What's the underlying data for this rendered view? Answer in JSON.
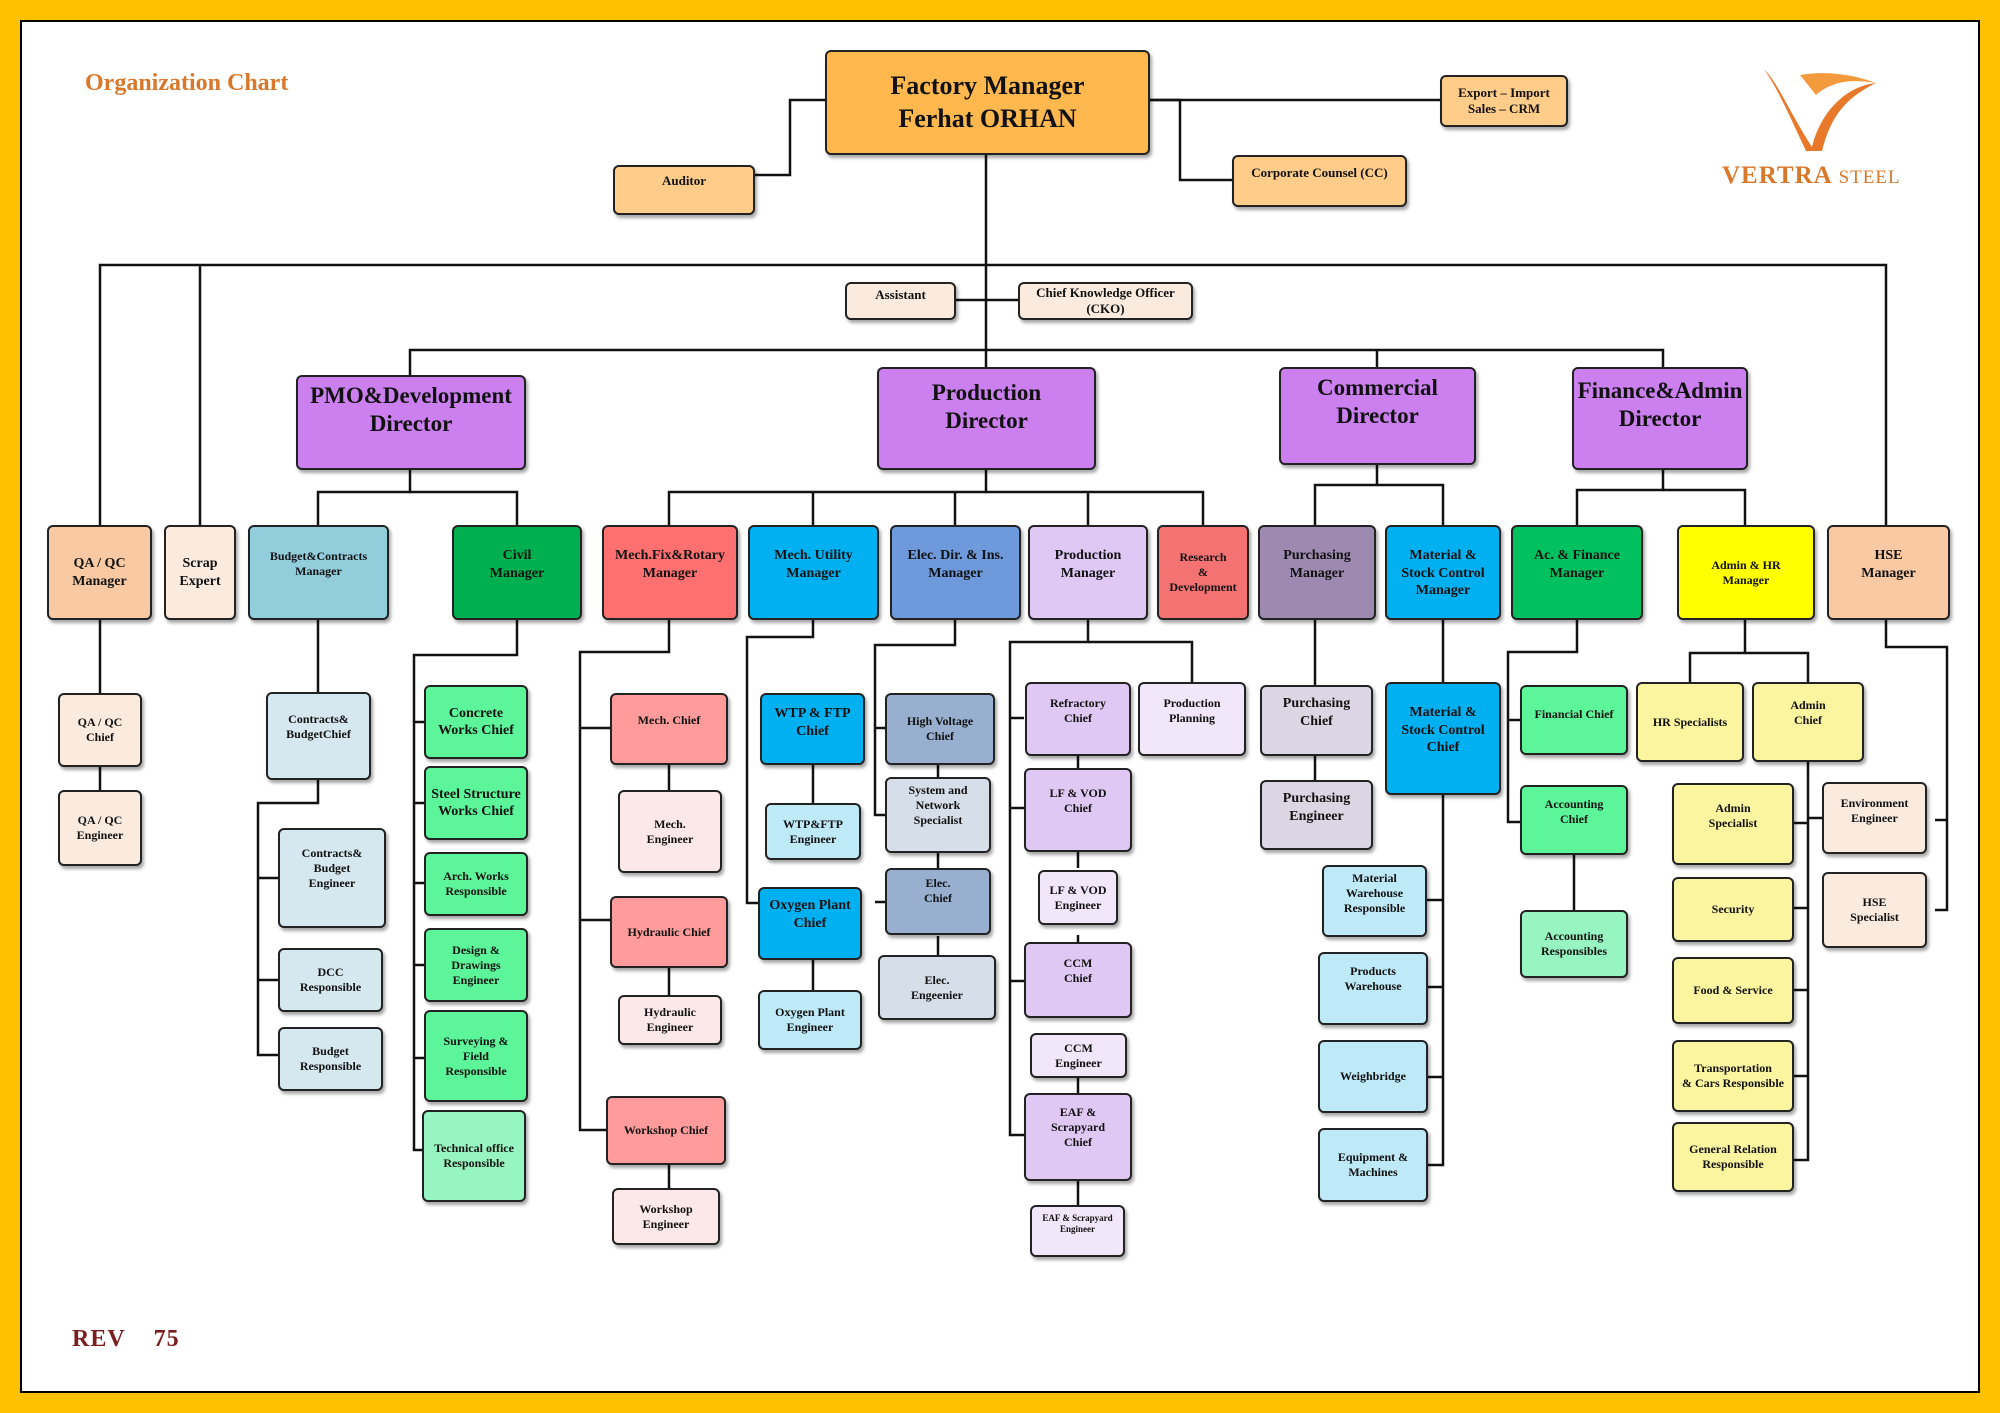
{
  "header": {
    "title": "Organization Chart",
    "rev_label": "REV",
    "rev_number": "75"
  },
  "logo": {
    "brand": "VERTRA",
    "brand_suffix": "STEEL",
    "icon": "vertra-v-logo-icon",
    "color": "#D9782A"
  },
  "colors": {
    "orange": "#FFB84D",
    "peach": "#FFCC8A",
    "light_peach": "#FBEBDF",
    "purple": "#CC80F0",
    "light_blue": "#92CDDC",
    "pale_blue": "#D5E8F0",
    "dark_green": "#00B050",
    "mint": "#5CF59A",
    "salmon": "#FF7070",
    "pink": "#FF9B9B",
    "pale_pink": "#FCE8E8",
    "cyan": "#00B0F0",
    "light_cyan": "#BEE9F7",
    "steel_blue": "#6E9ADB",
    "grey_blue": "#98AFCF",
    "pale_grey_blue": "#D6DEE9",
    "lavender": "#E0C8F5",
    "pale_lavender": "#F1E6FA",
    "red": "#F57272",
    "grey_purple": "#9E8AB0",
    "light_grey_purple": "#DCD6E4",
    "green": "#00C060",
    "light_green": "#96F5C0",
    "yellow": "#FFFF00",
    "pale_yellow": "#FBF5A0",
    "light_orange": "#F8C9A3",
    "cream": "#FFF4E6"
  },
  "top": {
    "factory_manager": "Factory Manager\nFerhat ORHAN",
    "auditor": "Auditor",
    "export": "Export – Import\nSales – CRM",
    "counsel": "Corporate Counsel (CC)",
    "assistant": "Assistant",
    "cko": "Chief Knowledge Officer\n(CKO)"
  },
  "directors": {
    "pmo": "PMO&Development\nDirector",
    "production": "Production\nDirector",
    "commercial": "Commercial\nDirector",
    "finance": "Finance&Admin\nDirector"
  },
  "managers": {
    "qa_manager": "QA / QC\nManager",
    "scrap": "Scrap\nExpert",
    "budget": "Budget&Contracts\nManager",
    "civil": "Civil\nManager",
    "mech_fix": "Mech.Fix&Rotary\nManager",
    "mech_utility": "Mech. Utility\nManager",
    "elec": "Elec. Dir. & Ins.\nManager",
    "production_mgr": "Production\nManager",
    "research": "Research\n&\nDevelopment",
    "purchasing": "Purchasing\nManager",
    "material": "Material &\nStock Control\nManager",
    "ac_finance": "Ac. & Finance\nManager",
    "admin_hr": "Admin & HR\nManager",
    "hse": "HSE\nManager"
  },
  "staff": {
    "qa_chief": "QA / QC\nChief",
    "qa_engineer": "QA / QC\nEngineer",
    "contracts_chief": "Contracts&\nBudgetChief",
    "contracts_engineer": "Contracts&\nBudget\nEngineer",
    "dcc": "DCC\nResponsible",
    "budget_responsible": "Budget\nResponsible",
    "concrete": "Concrete\nWorks Chief",
    "steel_structure": "Steel Structure\nWorks Chief",
    "arch": "Arch. Works\nResponsible",
    "design": "Design &\nDrawings\nEngineer",
    "surveying": "Surveying &\nField\nResponsible",
    "technical_office": "Technical office\nResponsible",
    "mech_chief": "Mech. Chief",
    "mech_engineer": "Mech.\nEngineer",
    "hydraulic_chief": "Hydraulic Chief",
    "hydraulic_engineer": "Hydraulic\nEngineer",
    "workshop_chief": "Workshop Chief",
    "workshop_engineer": "Workshop\nEngineer",
    "wtp_chief": "WTP & FTP\nChief",
    "wtp_engineer": "WTP&FTP\nEngineer",
    "oxygen_chief": "Oxygen Plant\nChief",
    "oxygen_engineer": "Oxygen Plant\nEngineer",
    "high_voltage": "High Voltage\nChief",
    "system_network": "System and\nNetwork\nSpecialist",
    "elec_chief": "Elec.\nChief",
    "elec_engineer": "Elec.\nEngeenier",
    "refractory": "Refractory\nChief",
    "production_planning": "Production\nPlanning",
    "lf_vod_chief": "LF & VOD\nChief",
    "lf_vod_engineer": "LF & VOD\nEngineer",
    "ccm_chief": "CCM\nChief",
    "ccm_engineer": "CCM\nEngineer",
    "eaf_chief": "EAF &\nScrapyard\nChief",
    "eaf_engineer": "EAF & Scrapyard\nEngineer",
    "purchasing_chief": "Purchasing\nChief",
    "purchasing_engineer": "Purchasing\nEngineer",
    "material_chief": "Material &\nStock Control\nChief",
    "material_warehouse": "Material\nWarehouse\nResponsible",
    "products_warehouse": "Products\nWarehouse",
    "weighbridge": "Weighbridge",
    "equipment": "Equipment &\nMachines",
    "financial_chief": "Financial Chief",
    "accounting_chief": "Accounting\nChief",
    "accounting_resp": "Accounting\nResponsibles",
    "hr_specialists": "HR Specialists",
    "admin_chief": "Admin\nChief",
    "admin_specialist": "Admin\nSpecialist",
    "security": "Security",
    "food": "Food & Service",
    "transportation": "Transportation\n& Cars Responsible",
    "general_relation": "General Relation\nResponsible",
    "environment": "Environment\nEngineer",
    "hse_specialist": "HSE\nSpecialist"
  }
}
